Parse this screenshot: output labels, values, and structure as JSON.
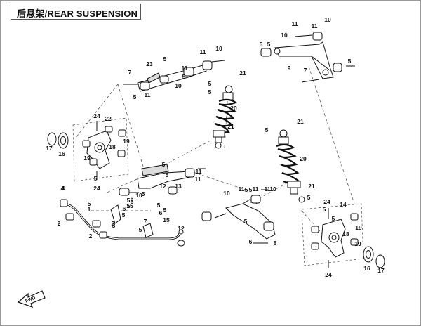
{
  "title": "后悬架/REAR SUSPENSION",
  "front_arrow_label": "FWD",
  "callouts": {
    "top_rear_arm": [
      "5",
      "5",
      "10",
      "10",
      "11",
      "11",
      "9",
      "7",
      "5"
    ],
    "top_center": [
      "23",
      "5",
      "11",
      "10",
      "7",
      "5",
      "11",
      "10",
      "5",
      "11"
    ],
    "left_knuckle": [
      "24",
      "22",
      "17",
      "16",
      "19",
      "18",
      "19",
      "24",
      "5"
    ],
    "left_shock": [
      "21",
      "20",
      "5",
      "5",
      "21"
    ],
    "middle_arm": [
      "5",
      "5",
      "11",
      "13",
      "11",
      "12",
      "10",
      "5",
      "4",
      "6",
      "5"
    ],
    "left_lower": [
      "4",
      "5",
      "2",
      "1",
      "2",
      "3",
      "5",
      "5",
      "6",
      "6",
      "5",
      "15",
      "3",
      "15",
      "5",
      "7",
      "5",
      "6",
      "12"
    ],
    "right_shock": [
      "5",
      "21",
      "20",
      "21",
      "5"
    ],
    "right_lower_arm": [
      "10",
      "11",
      "5",
      "5",
      "11",
      "11",
      "10",
      "5",
      "8",
      "6"
    ],
    "right_knuckle": [
      "24",
      "14",
      "5",
      "19",
      "18",
      "19",
      "24",
      "16",
      "17",
      "5"
    ]
  },
  "colors": {
    "line": "#111111",
    "frame": "#9a9a9a",
    "dash": "#444444",
    "shade": "#dcdcdc"
  }
}
